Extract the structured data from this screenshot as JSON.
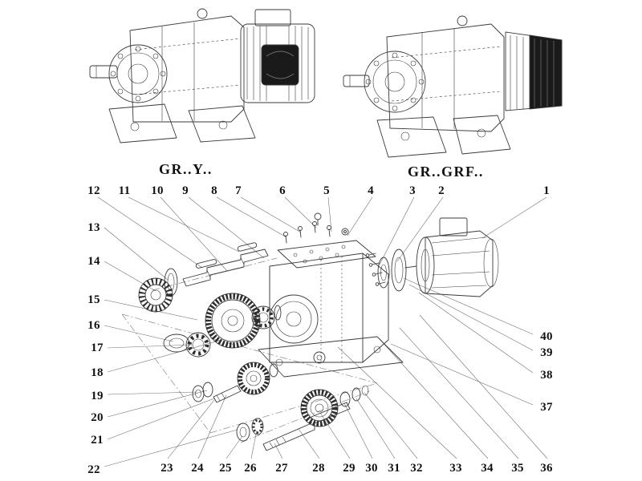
{
  "colors": {
    "bg": "#ffffff",
    "line": "#3a3a3a",
    "leader": "#6f6f6f",
    "dark": "#1a1a1a",
    "text": "#111111"
  },
  "variants": {
    "left_label": "GR..Y..",
    "right_label": "GR..GRF.."
  },
  "callouts": {
    "top": [
      "12",
      "11",
      "10",
      "9",
      "8",
      "7",
      "6",
      "5",
      "4",
      "3",
      "2"
    ],
    "top_right": [
      "1"
    ],
    "left": [
      "13",
      "14",
      "15",
      "16",
      "17",
      "18",
      "19",
      "20",
      "21",
      "22"
    ],
    "bottom": [
      "23",
      "24",
      "25",
      "26",
      "27",
      "28",
      "29",
      "30",
      "31",
      "32",
      "33",
      "34",
      "35",
      "36"
    ],
    "right": [
      "40",
      "39",
      "38",
      "37"
    ]
  }
}
